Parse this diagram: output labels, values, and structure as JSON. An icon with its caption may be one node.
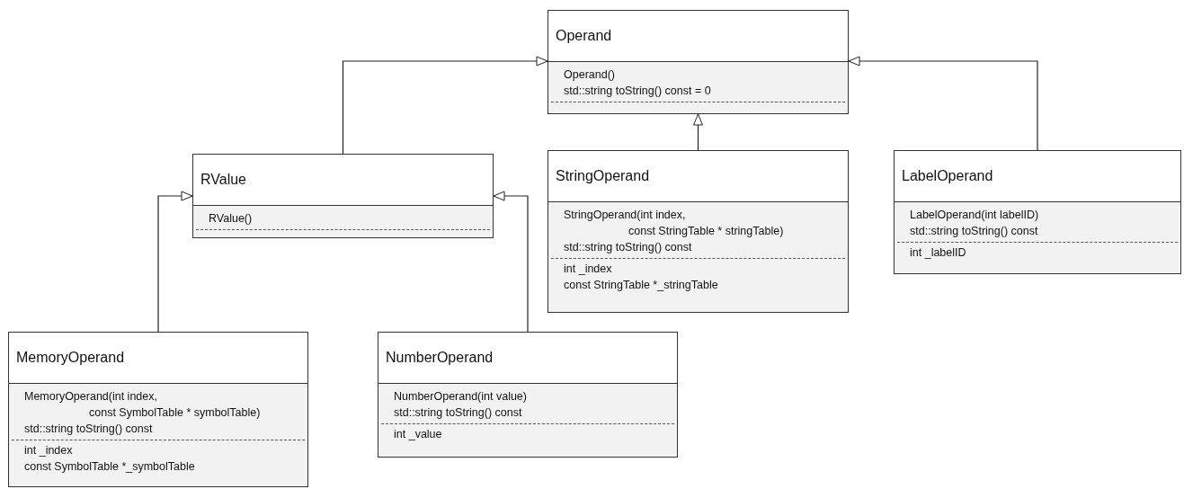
{
  "diagram": {
    "nodes": [
      {
        "text": [
          "Operand"
        ]
      },
      {
        "text": [
          "Operand()",
          "std::string toString() const = 0"
        ],
        "in": 0
      },
      {
        "text": [
          "RValue"
        ]
      },
      {
        "text": [
          "RValue()"
        ],
        "in": 2
      },
      {
        "text": [
          "StringOperand"
        ]
      },
      {
        "text": [
          "StringOperand(int index, const StringTable * stringTable)",
          "std::string toString() const"
        ],
        "in": 4
      },
      {
        "text": [
          "int _index",
          "const StringTable *_stringTable"
        ],
        "in": 4
      },
      {
        "text": [
          "LabelOperand"
        ]
      },
      {
        "text": [
          "LabelOperand(int labelID)",
          "std::string toString() const"
        ],
        "in": 7
      },
      {
        "text": [
          "int _labelID"
        ],
        "in": 7
      },
      {
        "text": [
          "MemoryOperand"
        ]
      },
      {
        "text": [
          "MemoryOperand(int index, const SymbolTable * symbolTable)",
          "std::string toString() const"
        ],
        "in": 10
      },
      {
        "text": [
          "int _index",
          "const SymbolTable *_symbolTable"
        ],
        "in": 10
      },
      {
        "text": [
          "NumberOperand"
        ]
      },
      {
        "text": [
          "NumberOperand(int value)",
          "std::string toString() const"
        ],
        "in": 13
      },
      {
        "text": [
          "int _value"
        ],
        "in": 13
      }
    ],
    "edges": [
      {
        "from": 2,
        "to": 0,
        "arrow": "to"
      },
      {
        "from": 4,
        "to": 0,
        "arrow": "to"
      },
      {
        "from": 7,
        "to": 0,
        "arrow": "to"
      },
      {
        "from": 10,
        "to": 2,
        "arrow": "to"
      },
      {
        "from": 13,
        "to": 2,
        "arrow": "to"
      }
    ]
  }
}
